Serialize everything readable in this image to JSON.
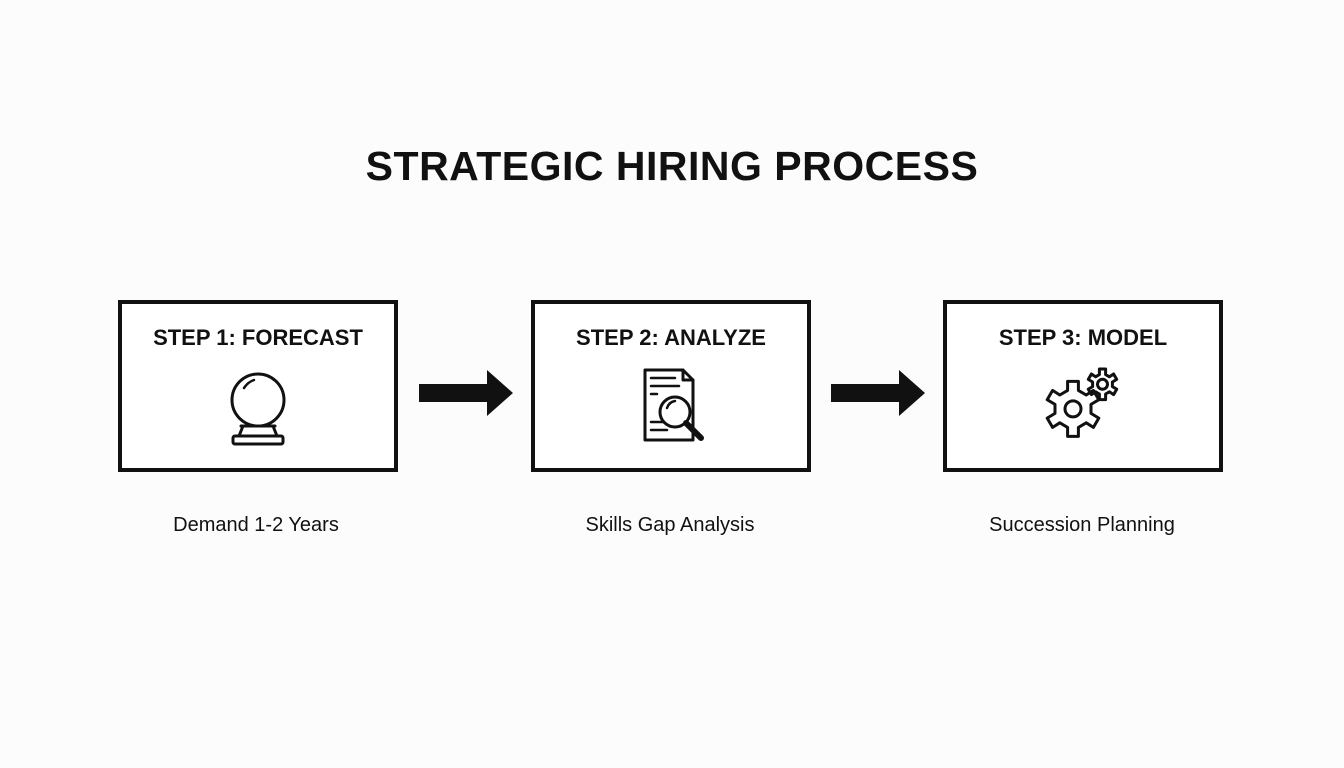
{
  "diagram": {
    "title": "STRATEGIC HIRING PROCESS",
    "steps": [
      {
        "label": "STEP 1: FORECAST",
        "icon": "crystal-ball-icon",
        "caption": "Demand 1-2 Years"
      },
      {
        "label": "STEP 2: ANALYZE",
        "icon": "document-magnifier-icon",
        "caption": "Skills Gap Analysis"
      },
      {
        "label": "STEP 3: MODEL",
        "icon": "gears-icon",
        "caption": "Succession Planning"
      }
    ],
    "connectors": [
      {
        "from": "STEP 1: FORECAST",
        "to": "STEP 2: ANALYZE",
        "icon": "arrow-right-icon"
      },
      {
        "from": "STEP 2: ANALYZE",
        "to": "STEP 3: MODEL",
        "icon": "arrow-right-icon"
      }
    ],
    "colors": {
      "background": "#fcfcfc",
      "stroke": "#111111",
      "box_fill": "#ffffff"
    }
  }
}
